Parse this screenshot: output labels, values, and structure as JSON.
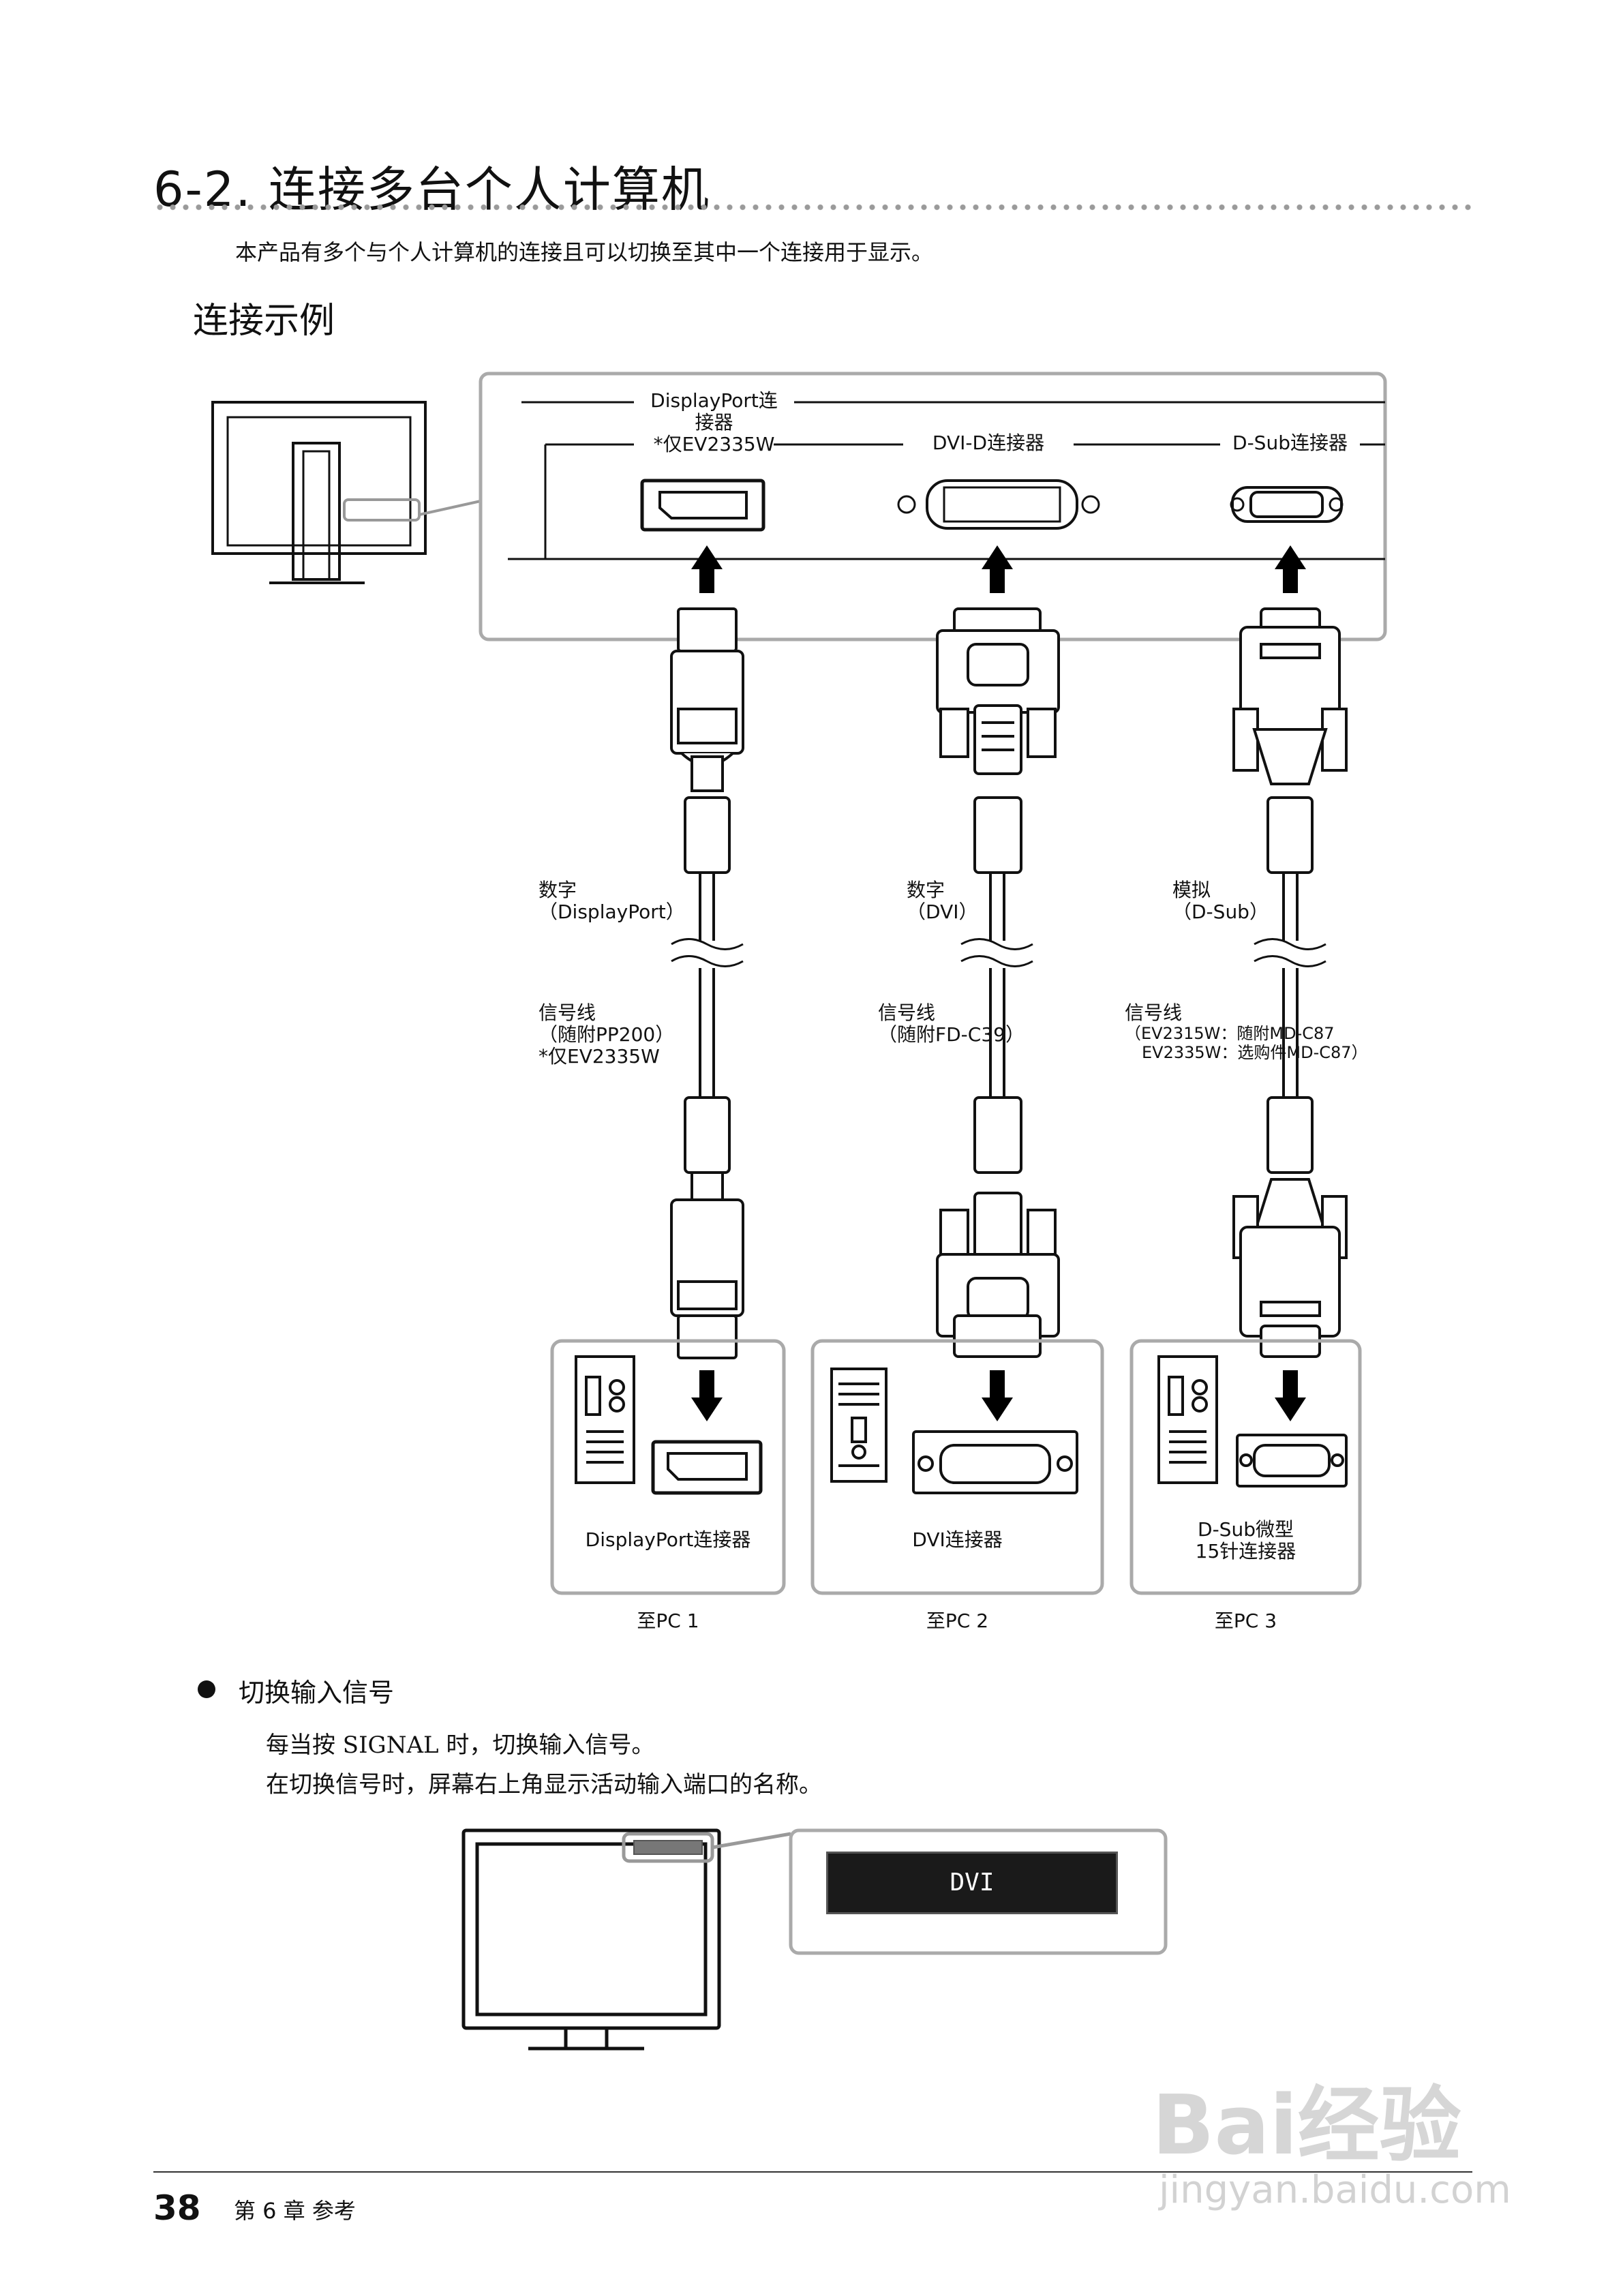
{
  "header": {
    "title": "6-2.  连接多台个人计算机",
    "intro": "本产品有多个与个人计算机的连接且可以切换至其中一个连接用于显示。",
    "subtitle": "连接示例"
  },
  "monitor_ports": {
    "displayport_line1": "DisplayPort连",
    "displayport_line2": "接器",
    "displayport_line3": "*仅EV2335W",
    "dvi": "DVI-D连接器",
    "dsub": "D-Sub连接器"
  },
  "cables": {
    "dp_type_line1": "数字",
    "dp_type_line2": "（DisplayPort）",
    "dp_cable_line1": "信号线",
    "dp_cable_line2": "（随附PP200）",
    "dp_cable_line3": "*仅EV2335W",
    "dvi_type_line1": "数字",
    "dvi_type_line2": "（DVI）",
    "dvi_cable_line1": "信号线",
    "dvi_cable_line2": "（随附FD-C39）",
    "dsub_type_line1": "模拟",
    "dsub_type_line2": "（D-Sub）",
    "dsub_cable_line1": "信号线",
    "dsub_cable_line2": "（EV2315W：随附MD-C87",
    "dsub_cable_line3": "EV2335W：选购件MD-C87）"
  },
  "pcs": {
    "pc1_connector": "DisplayPort连接器",
    "pc2_connector": "DVI连接器",
    "pc3_connector_line1": "D-Sub微型",
    "pc3_connector_line2": "15针连接器",
    "pc1_label": "至PC 1",
    "pc2_label": "至PC 2",
    "pc3_label": "至PC 3"
  },
  "switching": {
    "heading": "切换输入信号",
    "line1": "每当按 SIGNAL 时，切换输入信号。",
    "line2": "在切换信号时，屏幕右上角显示活动输入端口的名称。",
    "osd_text": "DVI"
  },
  "footer": {
    "page_number": "38",
    "chapter": "第 6 章    参考"
  },
  "watermark": {
    "logo": "Bai经验",
    "url": "jingyan.baidu.com"
  }
}
